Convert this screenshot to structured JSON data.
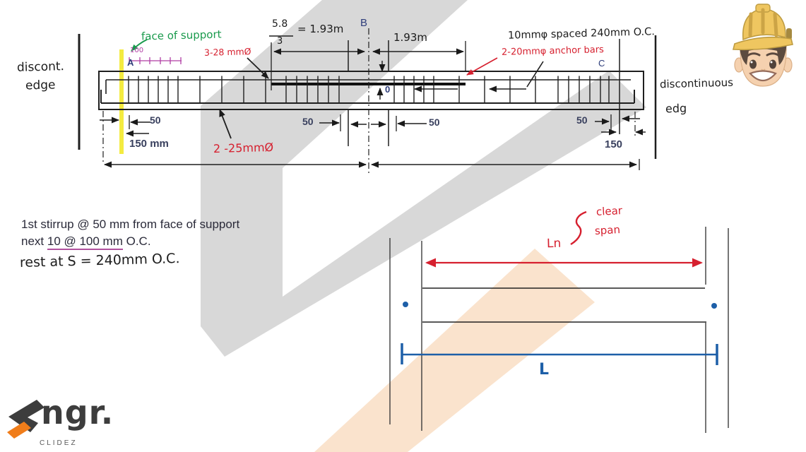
{
  "colors": {
    "accent_red": "#d6202f",
    "green": "#199a4c",
    "magenta": "#b13fa5",
    "navy": "#39405e",
    "blue": "#1d5fa8",
    "watermark_gray": "#d8d8d8",
    "watermark_orange": "#fae3cd",
    "yellow_highlight": "#f2e71e",
    "logo_dark": "#3d3d3d",
    "logo_orange": "#f07d1a"
  },
  "beam": {
    "label_a": "A",
    "label_b": "B",
    "label_c": "C",
    "label_zero": "0",
    "ruler_value": "100",
    "face_of_support_note": "face of support",
    "top_bar_note": "3-28 mmØ",
    "bottom_bar_note": "2 -25mmØ",
    "stirrup_spacing_note": "10mmφ spaced 240mm O.C.",
    "anchor_bar_note": "2-20mmφ anchor bars",
    "fraction_numerator": "5.8",
    "fraction_denominator": "3",
    "fraction_result": "= 1.93m",
    "right_span_dim": "1.93m",
    "dim_50_left": "50",
    "dim_50_midleft": "50",
    "dim_50_midright": "50",
    "dim_50_right": "50",
    "dim_150_mm": "150 mm",
    "dim_150": "150",
    "left_edge_line1": "discont.",
    "left_edge_line2": "edge",
    "right_edge_line1": "discontinuous",
    "right_edge_line2": "edg"
  },
  "beam_geometry": {
    "stirrups_left": [
      182,
      196,
      210,
      224,
      238,
      252,
      283,
      314,
      345,
      376,
      405,
      420,
      435,
      450,
      465,
      480
    ],
    "stirrups_right": [
      558,
      572,
      586,
      600,
      614,
      650,
      686,
      722,
      758,
      790,
      805,
      820,
      835,
      850,
      862
    ],
    "ruler_ticks": [
      183,
      198,
      212,
      227,
      241,
      256
    ]
  },
  "notes": {
    "line1": "1st stirrup @ 50 mm from face of support",
    "line2_prefix": "next ",
    "line2_underlined": "10 @ 100 mm",
    "line2_suffix": " O.C.",
    "line3": "rest at  S = 240mm O.C."
  },
  "clear_span_figure": {
    "ln_label": "Ln",
    "clear_label": "clear",
    "span_label": "span",
    "l_label": "L"
  },
  "logo": {
    "brand": "ngr.",
    "subtext": "CLIDEZ"
  }
}
